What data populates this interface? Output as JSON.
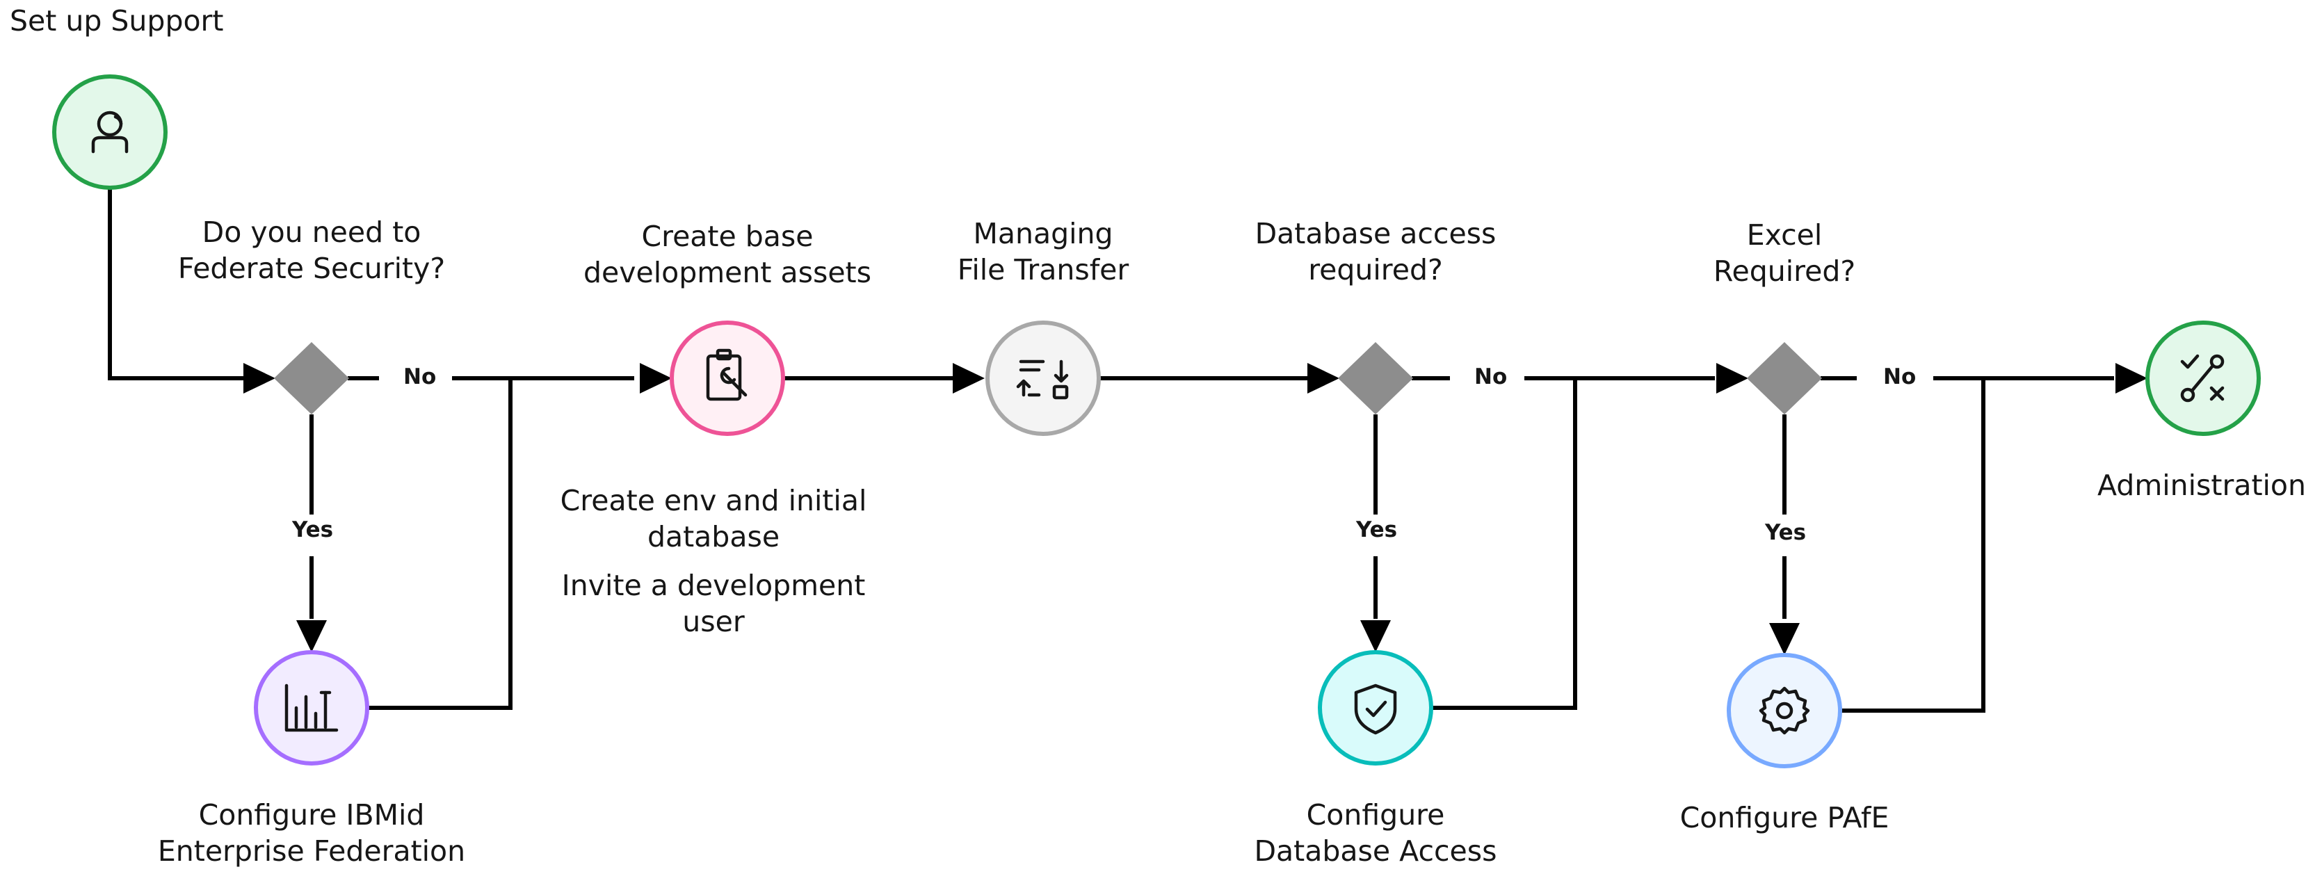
{
  "title": "Set up Support",
  "steps": {
    "start": {
      "icon": "user-sync-icon",
      "fill": "#e3f8ea",
      "stroke": "#24a148"
    },
    "federation": {
      "question": [
        "Do you need to",
        "Federate Security?"
      ],
      "action": [
        "Configure IBMid",
        "Enterprise Federation"
      ],
      "icon": "chart-icon",
      "fill": "#f2ecff",
      "stroke": "#a56eff"
    },
    "base_assets": {
      "title": [
        "Create base",
        "development assets"
      ],
      "notes": [
        [
          "Create env and initial",
          "database"
        ],
        [
          "Invite a development",
          "user"
        ]
      ],
      "icon": "clipboard-tool-icon",
      "fill": "#fff0f5",
      "stroke": "#ee5396"
    },
    "file_transfer": {
      "title": [
        "Managing",
        "File Transfer"
      ],
      "icon": "transfer-icon",
      "fill": "#f4f4f4",
      "stroke": "#a8a8a8"
    },
    "database": {
      "question": [
        "Database access",
        "required?"
      ],
      "action": [
        "Configure",
        "Database Access"
      ],
      "icon": "shield-check-icon",
      "fill": "#d9fbfb",
      "stroke": "#08bdba"
    },
    "excel": {
      "question": [
        "Excel",
        "Required?"
      ],
      "action": [
        "Configure PAfE"
      ],
      "icon": "gear-icon",
      "fill": "#edf5ff",
      "stroke": "#78a9ff"
    },
    "administration": {
      "title": [
        "Administration"
      ],
      "icon": "admin-tools-icon",
      "fill": "#e3f8ea",
      "stroke": "#24a148"
    }
  },
  "branch_labels": {
    "no": "No",
    "yes": "Yes"
  },
  "colors": {
    "line": "#000000",
    "decision": "#8d8d8d"
  }
}
